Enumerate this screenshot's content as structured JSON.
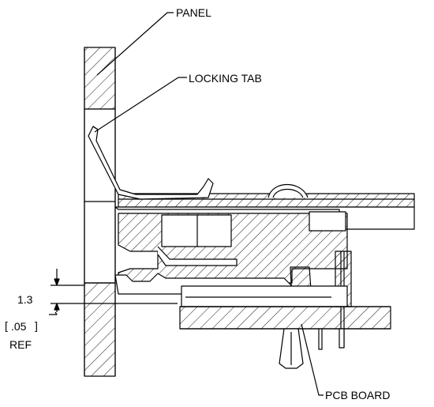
{
  "callouts": {
    "panel": "PANEL",
    "locking_tab": "LOCKING TAB",
    "pcb_board": "PCB BOARD"
  },
  "dimension": {
    "value_mm": "1.3",
    "value_in": ".05",
    "note": "REF"
  },
  "colors": {
    "line": "#000000",
    "background": "#ffffff"
  }
}
